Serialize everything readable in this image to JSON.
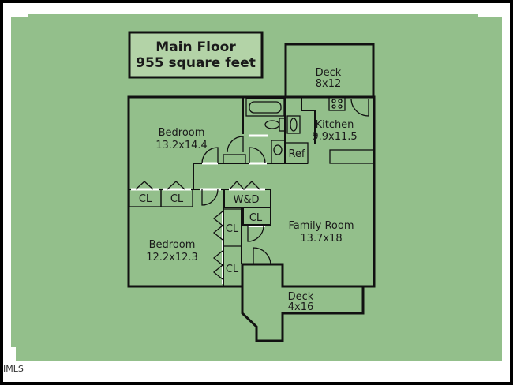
{
  "title": {
    "line1": "Main Floor",
    "line2": "955 square feet"
  },
  "rooms": {
    "deck_top": {
      "name": "Deck",
      "size": "8x12"
    },
    "bedroom1": {
      "name": "Bedroom",
      "size": "13.2x14.4"
    },
    "kitchen": {
      "name": "Kitchen",
      "size": "9.9x11.5"
    },
    "bedroom2": {
      "name": "Bedroom",
      "size": "12.2x12.3"
    },
    "family_room": {
      "name": "Family Room",
      "size": "13.7x18"
    },
    "deck_bottom": {
      "name": "Deck",
      "size": "4x16"
    }
  },
  "labels": {
    "closet": "CL",
    "washer_dryer": "W&D",
    "refrigerator": "Ref"
  },
  "watermark": "IMLS",
  "colors": {
    "background": "#93bf8b",
    "title_box": "#b3d3a7",
    "walls": "#111111"
  }
}
